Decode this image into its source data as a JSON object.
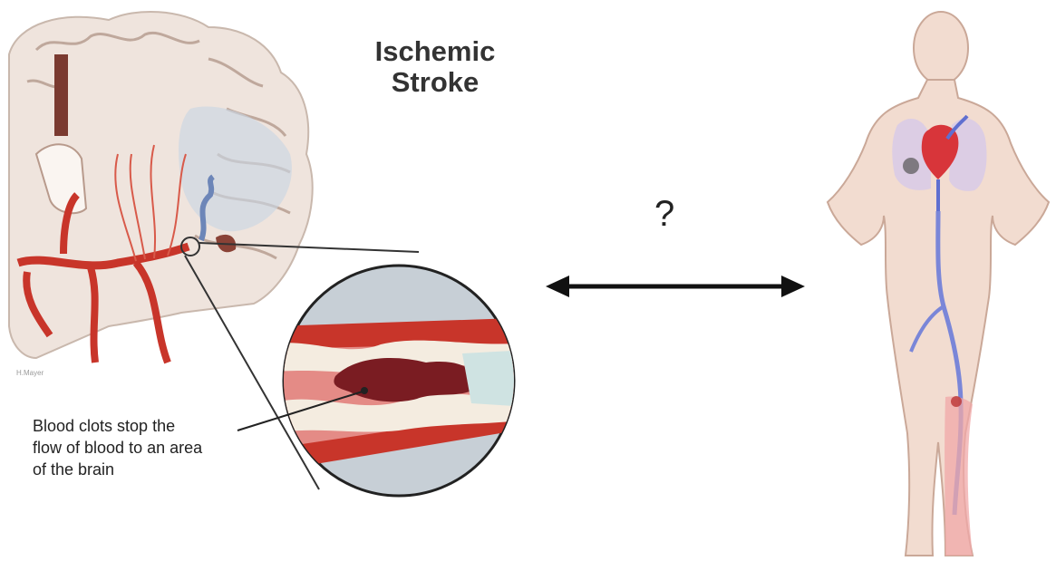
{
  "brain_panel": {
    "title_line1": "Ischemic",
    "title_line2": "Stroke",
    "caption_line1": "Blood clots stop the",
    "caption_line2": "flow of blood to an area",
    "caption_line3": "of the brain",
    "artist_credit": "H.Mayer"
  },
  "connector": {
    "label": "?",
    "arrow": "double-headed-arrow"
  },
  "body_panel": {
    "figure": "female-body-figure"
  },
  "colors": {
    "artery_red": "#c8352a",
    "vein_blue": "#7a86d8",
    "brain_tissue": "#efe4dd",
    "skin": "#f2dcd0",
    "clot": "#7a1c22",
    "leg_swelling": "#f0a8a8"
  }
}
